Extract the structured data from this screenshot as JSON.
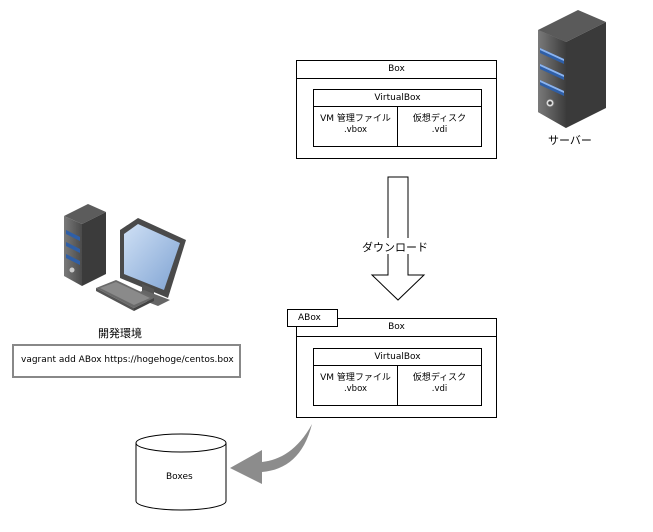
{
  "top_box": {
    "title": "Box",
    "inner_title": "VirtualBox",
    "cell_left": {
      "line1": "VM 管理ファイル",
      "line2": ".vbox"
    },
    "cell_right": {
      "line1": "仮想ディスク",
      "line2": ".vdi"
    }
  },
  "bottom_box": {
    "tag": "ABox",
    "title": "Box",
    "inner_title": "VirtualBox",
    "cell_left": {
      "line1": "VM 管理ファイル",
      "line2": ".vbox"
    },
    "cell_right": {
      "line1": "仮想ディスク",
      "line2": ".vdi"
    }
  },
  "server_label": "サーバー",
  "download_label": "ダウンロード",
  "dev_label": "開発環境",
  "command": "vagrant add ABox https://hogehoge/centos.box",
  "storage_label": "Boxes"
}
